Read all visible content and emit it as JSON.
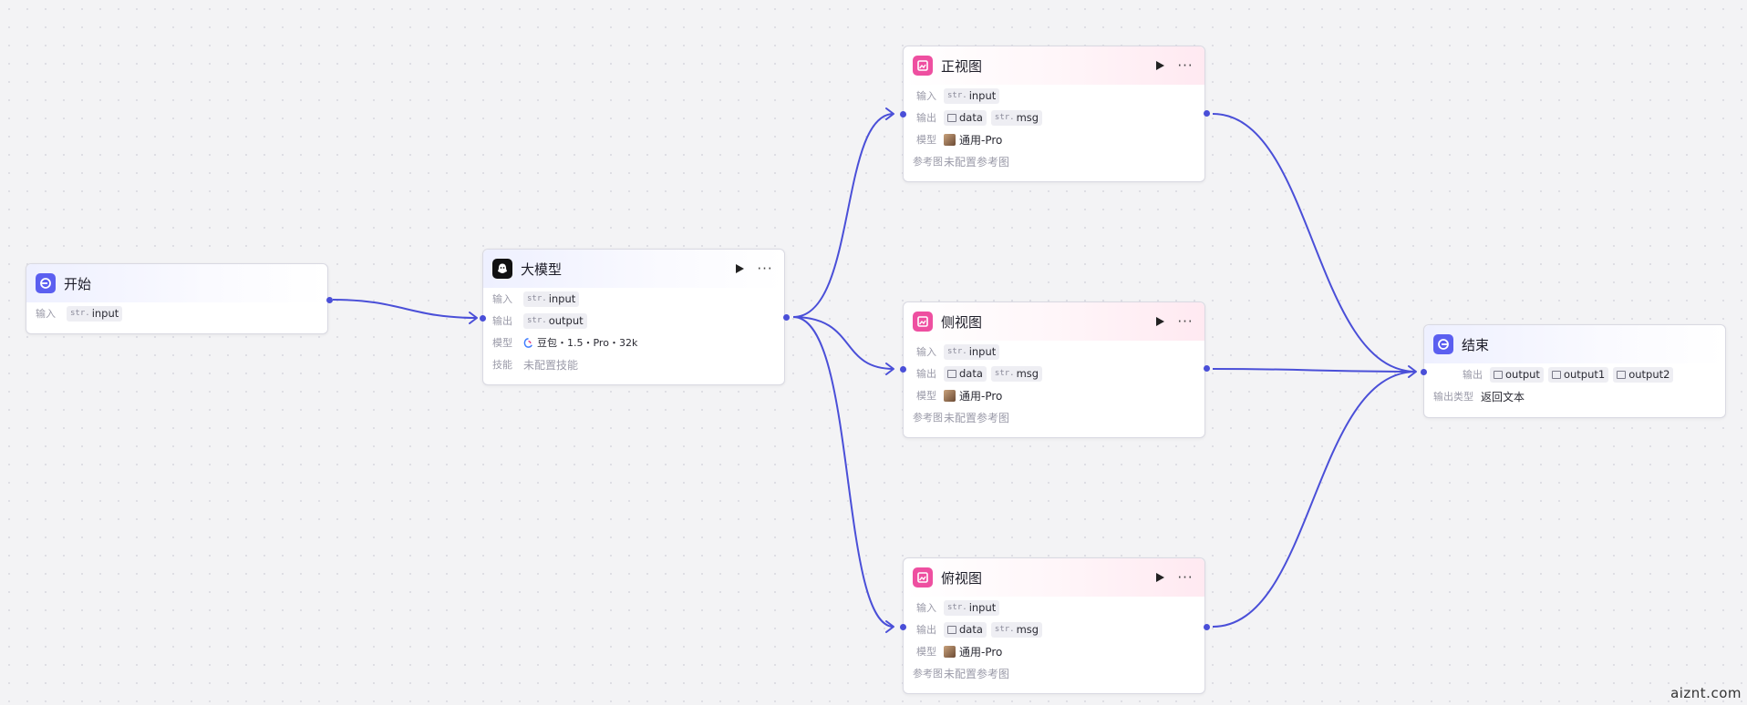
{
  "nodes": {
    "start": {
      "title": "开始",
      "input_label": "输入",
      "input_type": "str.",
      "input_name": "input"
    },
    "llm": {
      "title": "大模型",
      "input_label": "输入",
      "input_type": "str.",
      "input_name": "input",
      "output_label": "输出",
      "output_type": "str.",
      "output_name": "output",
      "model_label": "模型",
      "model_value": "豆包・1.5・Pro・32k",
      "skill_label": "技能",
      "skill_value": "未配置技能"
    },
    "front": {
      "title": "正视图",
      "input_label": "输入",
      "input_type": "str.",
      "input_name": "input",
      "output_label": "输出",
      "out1": "data",
      "out2_type": "str.",
      "out2": "msg",
      "model_label": "模型",
      "model_value": "通用-Pro",
      "ref_label": "参考图",
      "ref_value": "未配置参考图"
    },
    "side": {
      "title": "侧视图",
      "input_label": "输入",
      "input_type": "str.",
      "input_name": "input",
      "output_label": "输出",
      "out1": "data",
      "out2_type": "str.",
      "out2": "msg",
      "model_label": "模型",
      "model_value": "通用-Pro",
      "ref_label": "参考图",
      "ref_value": "未配置参考图"
    },
    "top": {
      "title": "俯视图",
      "input_label": "输入",
      "input_type": "str.",
      "input_name": "input",
      "output_label": "输出",
      "out1": "data",
      "out2_type": "str.",
      "out2": "msg",
      "model_label": "模型",
      "model_value": "通用-Pro",
      "ref_label": "参考图",
      "ref_value": "未配置参考图"
    },
    "end": {
      "title": "结束",
      "output_label": "输出",
      "outputs": [
        "output",
        "output1",
        "output2"
      ],
      "type_label": "输出类型",
      "type_value": "返回文本"
    }
  },
  "icons": {
    "start": "start-icon",
    "llm": "llm-icon",
    "image_gen": "image-generate-icon",
    "end": "end-icon",
    "run": "play-icon",
    "more": "more-icon",
    "image_type": "image-type-icon"
  },
  "colors": {
    "edge": "#4a4fd8",
    "start_end_icon": "#5b5ff0",
    "image_icon": "#ee4fa0",
    "llm_icon": "#111111"
  },
  "watermark": "aiznt.com"
}
